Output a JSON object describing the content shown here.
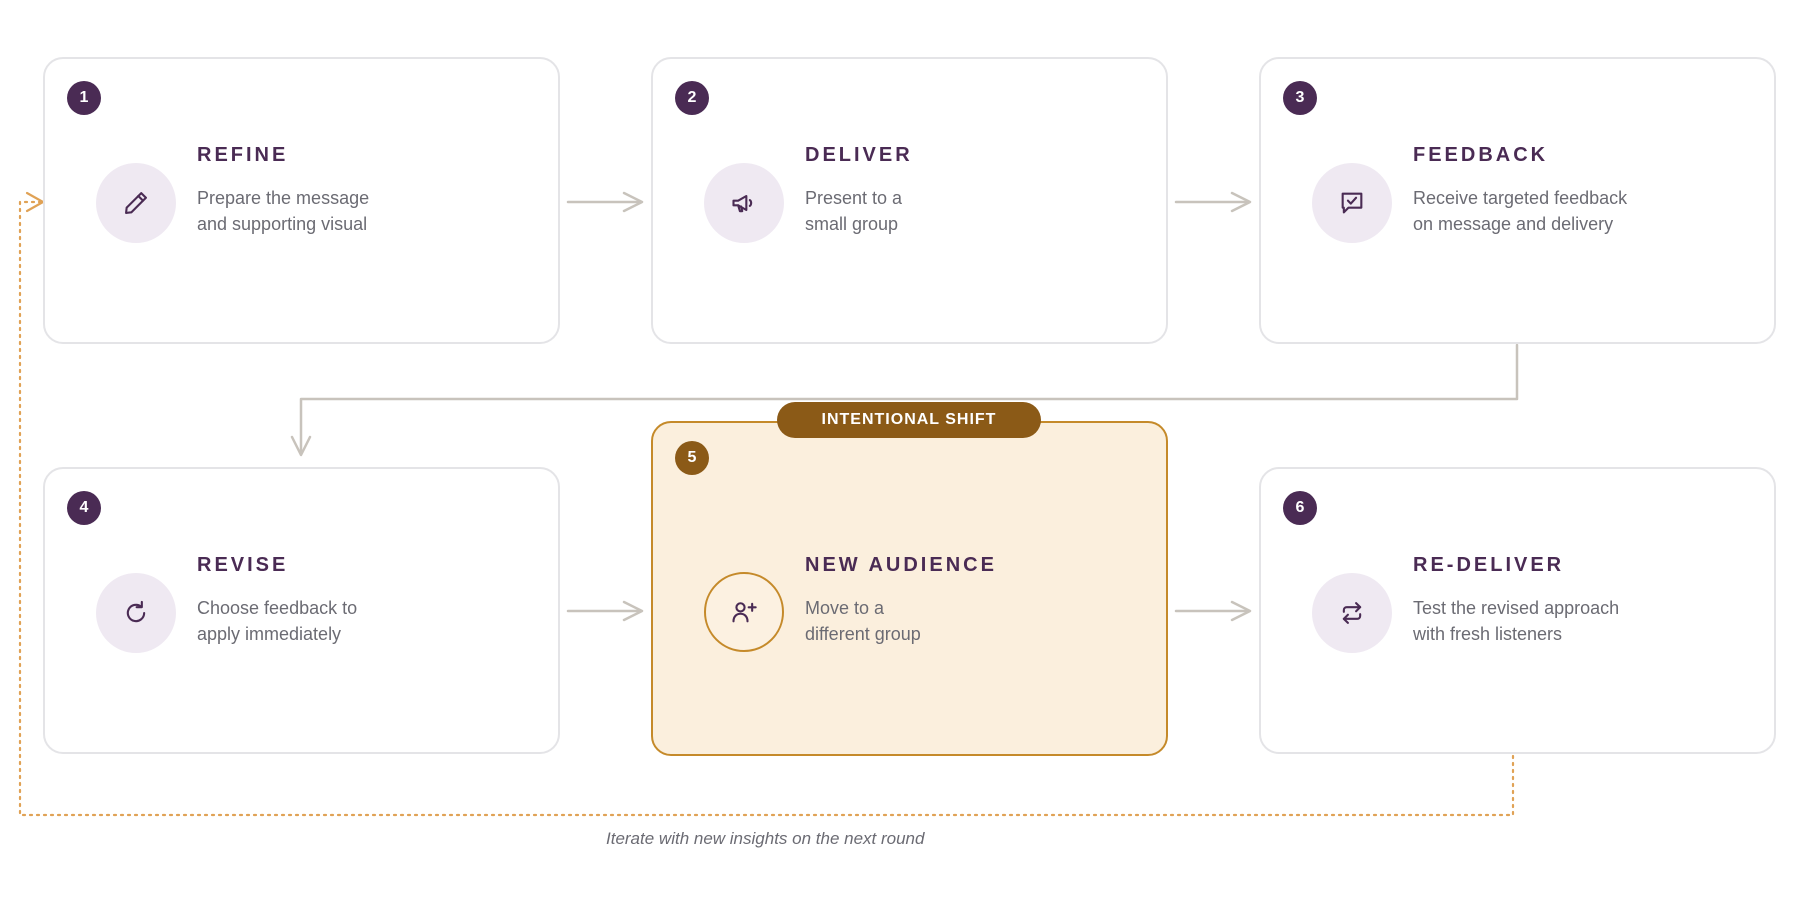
{
  "steps": [
    {
      "number": "1",
      "title": "REFINE",
      "desc": [
        "Prepare the message",
        "and supporting visual"
      ],
      "icon": "pencil-icon"
    },
    {
      "number": "2",
      "title": "DELIVER",
      "desc": [
        "Present to a",
        "small group"
      ],
      "icon": "megaphone-icon"
    },
    {
      "number": "3",
      "title": "FEEDBACK",
      "desc": [
        "Receive targeted feedback",
        "on message and delivery"
      ],
      "icon": "message-check-icon"
    },
    {
      "number": "4",
      "title": "REVISE",
      "desc": [
        "Choose feedback to",
        "apply immediately"
      ],
      "icon": "refresh-icon"
    },
    {
      "number": "5",
      "title": "NEW AUDIENCE",
      "desc": [
        "Move to a",
        "different group"
      ],
      "icon": "user-plus-icon"
    },
    {
      "number": "6",
      "title": "RE-DELIVER",
      "desc": [
        "Test the revised approach",
        "with fresh listeners"
      ],
      "icon": "repeat-icon"
    }
  ],
  "highlight": {
    "label": "INTENTIONAL SHIFT"
  },
  "loop": {
    "caption": "Iterate with new insights on the next round"
  },
  "colors": {
    "primary": "#4a2b54",
    "accent": "#8b5a17",
    "accent_border": "#c58a2a",
    "loop_line": "#e0a255",
    "connector": "#c8c3bc",
    "highlight_bg": "#fbefdd",
    "icon_bg": "#efe9f2",
    "text_muted": "#6b6b73"
  }
}
